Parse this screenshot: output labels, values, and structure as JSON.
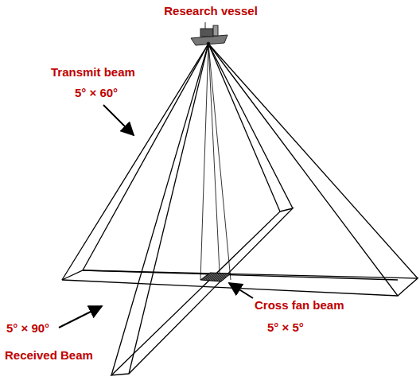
{
  "diagram": {
    "labels": [
      "Research vessel",
      "Transmit beam",
      "5° × 60°",
      "5° × 90°",
      "Received Beam",
      "Cross fan beam",
      "5° × 5°"
    ]
  }
}
